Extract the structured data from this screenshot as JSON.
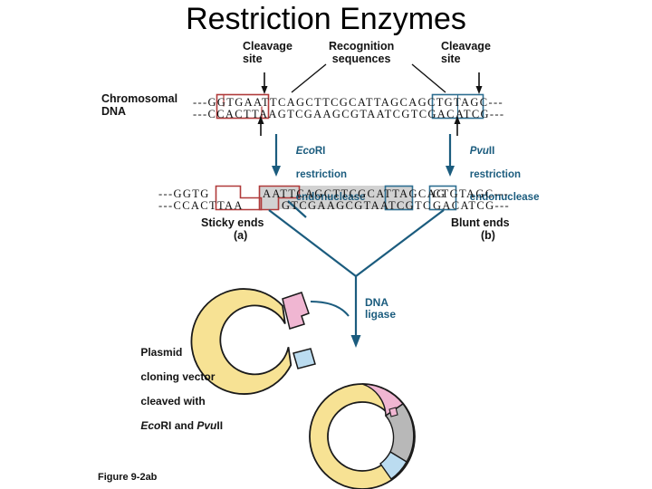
{
  "slide": {
    "title": "Restriction Enzymes",
    "background_color": "#ffffff"
  },
  "figure": {
    "caption": "Figure 9-2ab",
    "top_labels": {
      "cleavage_left": "Cleavage\nsite",
      "recognition": "Recognition\nsequences",
      "cleavage_right": "Cleavage\nsite"
    },
    "row1": {
      "label": "Chromosomal\nDNA",
      "top_strand": "---GGTGAATTCAGCTTCGCATTAGCAGCTGTAGC---",
      "bottom_strand": "---CCACTTAAGTCGAAGCGTAATCGTCGACATCG---",
      "ecori_site": "GAATTC",
      "pvuii_site": "CAGCTG"
    },
    "enzymes": {
      "left": {
        "italic": "Eco",
        "roman": "RI",
        "line2": "restriction",
        "line3": "endonuclease"
      },
      "right": {
        "italic": "Pvu",
        "roman": "II",
        "line2": "restriction",
        "line3": "endonuclease"
      }
    },
    "row2": {
      "frag_a_top": "---GGTG",
      "frag_a_bottom": "---CCACTTAA",
      "frag_b_top": "AATTCAGCTTCGCATTAGCAG",
      "frag_b_bottom": "GTCGAAGCGTAATCGTC",
      "frag_c_top": "CTGTAGC---",
      "frag_c_bottom": "GACATCG---"
    },
    "end_labels": {
      "sticky": "Sticky ends",
      "sticky_tag": "(a)",
      "blunt": "Blunt ends",
      "blunt_tag": "(b)"
    },
    "ligase_label": "DNA\nligase",
    "plasmid_label": {
      "line1": "Plasmid",
      "line2": "cloning vector",
      "line3": "cleaved with",
      "line4_italic1": "Eco",
      "line4_roman1": "RI and ",
      "line4_italic2": "Pvu",
      "line4_roman2": "II"
    },
    "colors": {
      "plasmid_yellow": "#F7E294",
      "sticky_pink": "#F0B6D2",
      "blunt_blue": "#BBDCF0",
      "insert_gray": "#B8B8B8",
      "teal_arrow": "#1B5C7E",
      "ecori_box": "#B03A3A",
      "pvuii_box": "#2D6E91",
      "highlight_gray": "#D2D2D2",
      "outline": "#1a1a1a"
    }
  }
}
